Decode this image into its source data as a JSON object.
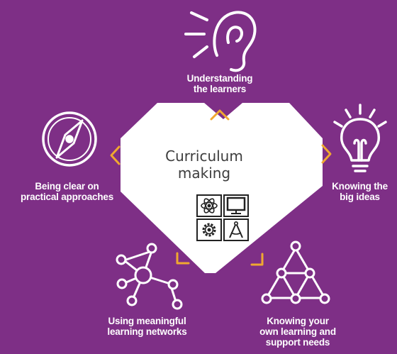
{
  "center": {
    "lines": [
      "Curriculum",
      "making"
    ]
  },
  "nodes": [
    {
      "id": "understanding",
      "icon": "ear-icon",
      "lines": [
        "Understanding",
        "the learners"
      ]
    },
    {
      "id": "big-ideas",
      "icon": "lightbulb-icon",
      "lines": [
        "Knowing the",
        "big ideas"
      ]
    },
    {
      "id": "own-learning",
      "icon": "triangle-network-icon",
      "lines": [
        "Knowing your",
        "own learning and",
        "support needs"
      ]
    },
    {
      "id": "networks",
      "icon": "network-icon",
      "lines": [
        "Using meaningful",
        "learning networks"
      ]
    },
    {
      "id": "practical",
      "icon": "compass-icon",
      "lines": [
        "Being clear on",
        "practical approaches"
      ]
    }
  ],
  "subject_icons": [
    "atom-icon",
    "monitor-icon",
    "gear-icon",
    "drafting-compass-icon"
  ],
  "colors": {
    "background": "#7e2f86",
    "heart": "#ffffff",
    "accent": "#f0a830",
    "text": "#ffffff",
    "center_text": "#3d3d3d"
  }
}
